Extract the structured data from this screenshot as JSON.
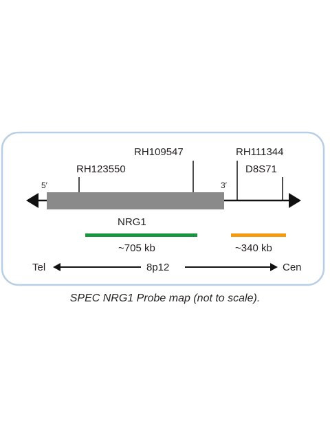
{
  "markers": {
    "rh123550": "RH123550",
    "rh109547": "RH109547",
    "rh111344": "RH111344",
    "d8s71": "D8S71"
  },
  "ends": {
    "five_prime": "5′",
    "three_prime": "3′"
  },
  "gene": {
    "label": "NRG1",
    "color": "#8a8a8a"
  },
  "probes": [
    {
      "size_label": "~705 kb",
      "color": "#1a9641"
    },
    {
      "size_label": "~340 kb",
      "color": "#f39c12"
    }
  ],
  "orientation": {
    "left": "Tel",
    "center": "8p12",
    "right": "Cen"
  },
  "caption": "SPEC NRG1 Probe map (not to scale).",
  "colors": {
    "frame_border": "#b8cde6",
    "line": "#111111"
  }
}
